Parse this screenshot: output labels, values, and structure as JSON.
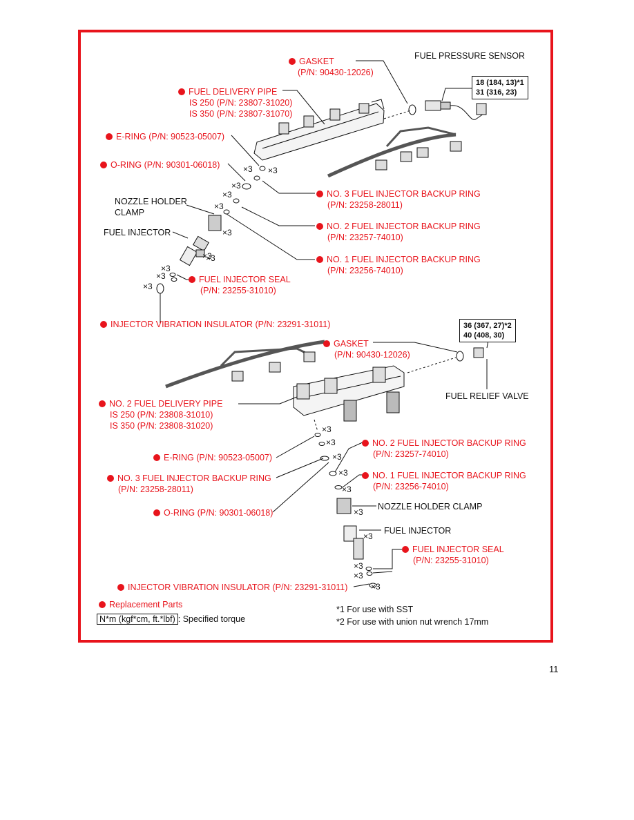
{
  "accent_red": "#e8141c",
  "labels": {
    "fuel_pressure_sensor": "FUEL PRESSURE SENSOR",
    "torque1_line1": "18 (184, 13)*1",
    "torque1_line2": "31 (316, 23)",
    "gasket_top": "GASKET",
    "gasket_top_pn": "(P/N: 90430-12026)",
    "fuel_delivery_pipe": "FUEL DELIVERY PIPE",
    "fuel_delivery_pipe_is250": "IS 250 (P/N: 23807-31020)",
    "fuel_delivery_pipe_is350": "IS 350 (P/N: 23807-31070)",
    "ering_top": "E-RING (P/N: 90523-05007)",
    "oring_top": "O-RING (P/N: 90301-06018)",
    "no3_backup_top": "NO. 3 FUEL INJECTOR BACKUP RING",
    "no3_backup_top_pn": "(P/N: 23258-28011)",
    "nozzle_holder_clamp_top_1": "NOZZLE HOLDER",
    "nozzle_holder_clamp_top_2": "CLAMP",
    "no2_backup_top": "NO. 2 FUEL INJECTOR BACKUP RING",
    "no2_backup_top_pn": "(P/N: 23257-74010)",
    "fuel_injector_top": "FUEL INJECTOR",
    "no1_backup_top": "NO. 1 FUEL INJECTOR BACKUP RING",
    "no1_backup_top_pn": "(P/N: 23256-74010)",
    "seal_top": "FUEL INJECTOR SEAL",
    "seal_top_pn": "(P/N: 23255-31010)",
    "insulator_top": "INJECTOR VIBRATION INSULATOR (P/N: 23291-31011)",
    "torque2_line1": "36 (367, 27)*2",
    "torque2_line2": "40 (408, 30)",
    "gasket_bottom": "GASKET",
    "gasket_bottom_pn": "(P/N: 90430-12026)",
    "fuel_relief_valve": "FUEL RELIEF VALVE",
    "no2_delivery_pipe": "NO. 2 FUEL DELIVERY PIPE",
    "no2_delivery_pipe_is250": "IS 250 (P/N: 23808-31010)",
    "no2_delivery_pipe_is350": "IS 350 (P/N: 23808-31020)",
    "no2_backup_bottom": "NO. 2 FUEL INJECTOR BACKUP RING",
    "no2_backup_bottom_pn": "(P/N: 23257-74010)",
    "ering_bottom": "E-RING (P/N: 90523-05007)",
    "no1_backup_bottom": "NO. 1 FUEL INJECTOR BACKUP RING",
    "no1_backup_bottom_pn": "(P/N: 23256-74010)",
    "no3_backup_bottom": "NO. 3 FUEL INJECTOR BACKUP RING",
    "no3_backup_bottom_pn": "(P/N: 23258-28011)",
    "nozzle_holder_clamp_bottom": "NOZZLE HOLDER CLAMP",
    "oring_bottom": "O-RING (P/N: 90301-06018)",
    "fuel_injector_bottom": "FUEL INJECTOR",
    "seal_bottom": "FUEL INJECTOR SEAL",
    "seal_bottom_pn": "(P/N: 23255-31010)",
    "insulator_bottom": "INJECTOR VIBRATION INSULATOR (P/N: 23291-31011)",
    "qty": "×3"
  },
  "legend": {
    "replacement_parts": "Replacement Parts",
    "torque_key": "N*m (kgf*cm, ft.*lbf)",
    "torque_key_desc": ": Specified torque",
    "note1": "*1 For use with SST",
    "note2": "*2 For use with union nut wrench 17mm"
  },
  "page_number": "11"
}
